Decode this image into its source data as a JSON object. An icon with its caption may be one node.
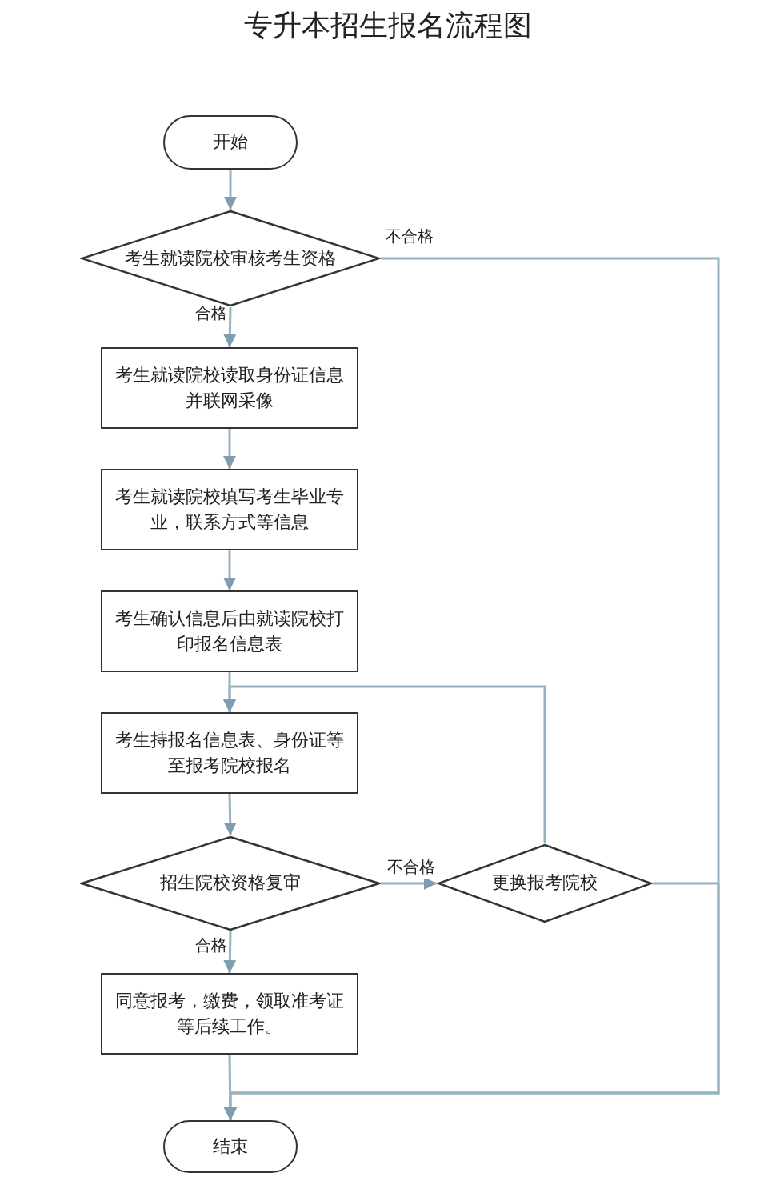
{
  "diagram": {
    "title": "专升本招生报名流程图",
    "nodes": [
      {
        "text": [
          "开始"
        ]
      },
      {
        "text": [
          "考生就读院校审核考生资格"
        ]
      },
      {
        "text": [
          "考生就读院校读取身份证信息并联网采像"
        ]
      },
      {
        "text": [
          "考生就读院校填写考生毕业专业，联系方式等信息"
        ]
      },
      {
        "text": [
          "考生确认信息后由就读院校打印报名信息表"
        ]
      },
      {
        "text": [
          "考生持报名信息表、身份证等至报考院校报名"
        ]
      },
      {
        "text": [
          "招生院校资格复审"
        ]
      },
      {
        "text": [
          "更换报考院校"
        ]
      },
      {
        "text": [
          "同意报考，缴费，领取准考证等后续工作。"
        ]
      },
      {
        "text": [
          "结束"
        ]
      }
    ],
    "edges": [
      {
        "from": 0,
        "to": 1,
        "arrow": "to"
      },
      {
        "from": 1,
        "to": 2,
        "arrow": "to",
        "label": "合格"
      },
      {
        "from": 2,
        "to": 3,
        "arrow": "to"
      },
      {
        "from": 3,
        "to": 4,
        "arrow": "to"
      },
      {
        "from": 4,
        "to": 5,
        "arrow": "to"
      },
      {
        "from": 5,
        "to": 6,
        "arrow": "to"
      },
      {
        "from": 6,
        "to": 8,
        "arrow": "to",
        "label": "合格"
      },
      {
        "from": 6,
        "to": 7,
        "arrow": "to",
        "label": "不合格"
      },
      {
        "from": 7,
        "to": 5,
        "arrow": "to"
      },
      {
        "from": 1,
        "to": 9,
        "arrow": "to",
        "label": "不合格"
      },
      {
        "from": 7,
        "to": 9,
        "arrow": "to"
      },
      {
        "from": 8,
        "to": 9,
        "arrow": "to"
      }
    ]
  }
}
